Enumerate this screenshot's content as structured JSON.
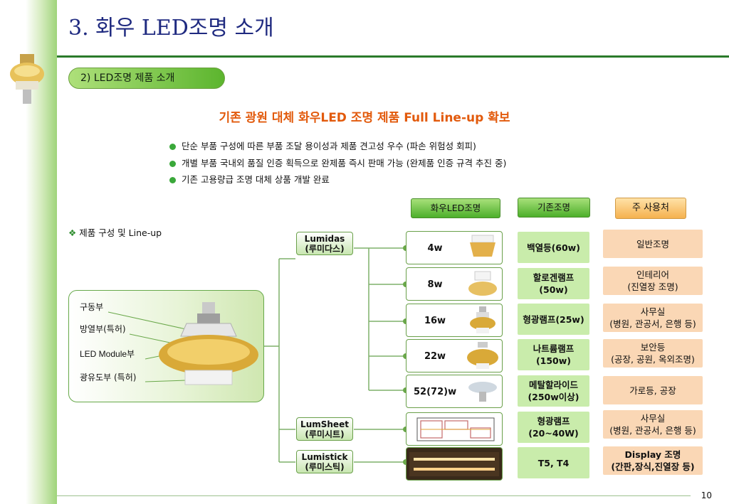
{
  "title": "3. 화우 LED조명 소개",
  "section_label": "2) LED조명 제품 소개",
  "headline": "기존 광원 대체 화우LED 조명 제품 Full Line-up 확보",
  "bullets": [
    "단순 부품 구성에 따른 부품 조달 용이성과 제품 견고성 우수 (파손 위험성 회피)",
    "개별 부품 국내외 품질 인증 획득으로 완제품 즉시 판매 가능 (완제품 인증 규격 추진 중)",
    "기존 고용량급 조명 대체 상품 개발 완료"
  ],
  "columns": {
    "hwaoo": "화우LED조명",
    "existing": "기존조명",
    "users": "주 사용처"
  },
  "lineup_label": "제품 구성 및 Line-up",
  "components": [
    "구동부",
    "방열부(특허)",
    "LED Module부",
    "광유도부 (특허)"
  ],
  "products": [
    {
      "name": "Lumidas",
      "kr": "(루미다스)"
    },
    {
      "name": "LumSheet",
      "kr": "(루미시트)"
    },
    {
      "name": "Lumistick",
      "kr": "(루미스틱)"
    }
  ],
  "rows": [
    {
      "watt": "4w",
      "lamp": [
        "백열등(60w)"
      ],
      "use": [
        "일반조명"
      ]
    },
    {
      "watt": "8w",
      "lamp": [
        "할로겐램프",
        "(50w)"
      ],
      "use": [
        "인테리어",
        "(진열장 조명)"
      ]
    },
    {
      "watt": "16w",
      "lamp": [
        "형광램프(25w)"
      ],
      "use": [
        "사무실",
        "(병원, 관공서, 은행 등)"
      ]
    },
    {
      "watt": "22w",
      "lamp": [
        "나트륨램프",
        "(150w)"
      ],
      "use": [
        "보안등",
        "(공장, 공원, 옥외조명)"
      ]
    },
    {
      "watt": "52(72)w",
      "lamp": [
        "메탈할라이드",
        "(250w이상)"
      ],
      "use": [
        "가로등, 공장"
      ]
    },
    {
      "watt": "",
      "lamp": [
        "형광램프",
        "(20~40W)"
      ],
      "use": [
        "사무실",
        "(병원, 관공서, 은행 등)"
      ]
    },
    {
      "watt": "",
      "lamp": [
        "T5, T4"
      ],
      "use": [
        "Display 조명",
        "(간판,장식,진열장 등)"
      ]
    }
  ],
  "page_number": "10",
  "colors": {
    "title": "#1f2a80",
    "headline": "#e25a0c",
    "accent_green": "#4caf2a",
    "lamp_bg": "#c9ecab",
    "use_bg": "#fad7b5"
  }
}
